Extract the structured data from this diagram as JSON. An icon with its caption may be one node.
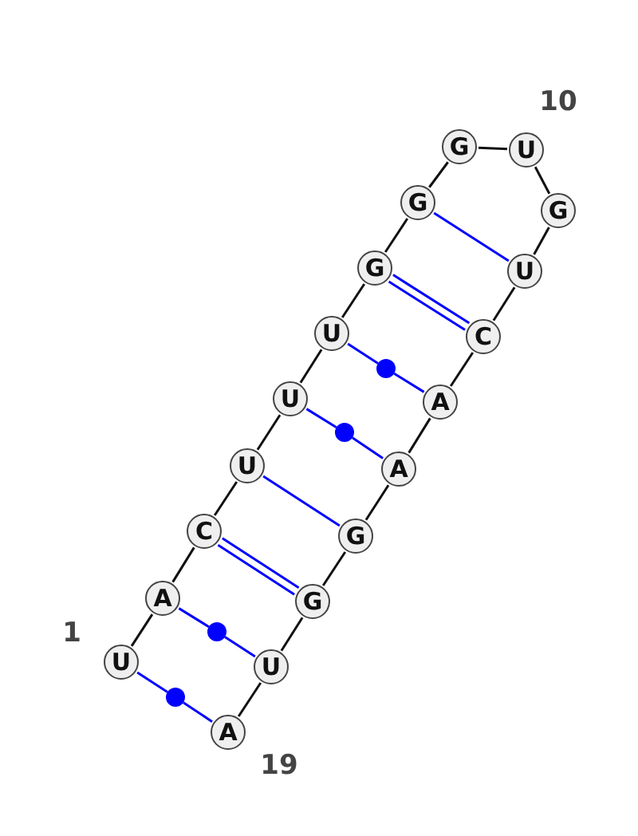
{
  "diagram": {
    "nodes": [
      {
        "text": [
          "U"
        ]
      },
      {
        "text": [
          "A"
        ]
      },
      {
        "text": [
          "C"
        ]
      },
      {
        "text": [
          "U"
        ]
      },
      {
        "text": [
          "U"
        ]
      },
      {
        "text": [
          "U"
        ]
      },
      {
        "text": [
          "G"
        ]
      },
      {
        "text": [
          "G"
        ]
      },
      {
        "text": [
          "G"
        ]
      },
      {
        "text": [
          "U"
        ]
      },
      {
        "text": [
          "G"
        ]
      },
      {
        "text": [
          "U"
        ]
      },
      {
        "text": [
          "C"
        ]
      },
      {
        "text": [
          "A"
        ]
      },
      {
        "text": [
          "A"
        ]
      },
      {
        "text": [
          "G"
        ]
      },
      {
        "text": [
          "G"
        ]
      },
      {
        "text": [
          "U"
        ]
      },
      {
        "text": [
          "A"
        ]
      },
      {
        "text": [],
        "shape": "circle"
      },
      {
        "text": [],
        "shape": "circle"
      },
      {
        "text": [],
        "shape": "circle"
      },
      {
        "text": [],
        "shape": "circle"
      }
    ],
    "edges": [
      {
        "from": 0,
        "to": 1,
        "arrow": "none"
      },
      {
        "from": 1,
        "to": 2,
        "arrow": "none"
      },
      {
        "from": 2,
        "to": 3,
        "arrow": "none"
      },
      {
        "from": 3,
        "to": 4,
        "arrow": "none"
      },
      {
        "from": 4,
        "to": 5,
        "arrow": "none"
      },
      {
        "from": 5,
        "to": 6,
        "arrow": "none"
      },
      {
        "from": 6,
        "to": 7,
        "arrow": "none"
      },
      {
        "from": 7,
        "to": 8,
        "arrow": "none"
      },
      {
        "from": 8,
        "to": 9,
        "arrow": "none"
      },
      {
        "from": 9,
        "to": 10,
        "arrow": "none"
      },
      {
        "from": 10,
        "to": 11,
        "arrow": "none"
      },
      {
        "from": 11,
        "to": 12,
        "arrow": "none"
      },
      {
        "from": 12,
        "to": 13,
        "arrow": "none"
      },
      {
        "from": 13,
        "to": 14,
        "arrow": "none"
      },
      {
        "from": 14,
        "to": 15,
        "arrow": "none"
      },
      {
        "from": 15,
        "to": 16,
        "arrow": "none"
      },
      {
        "from": 16,
        "to": 17,
        "arrow": "none"
      },
      {
        "from": 17,
        "to": 18,
        "arrow": "none"
      },
      {
        "from": 0,
        "to": 22,
        "arrow": "none",
        "color": "#0000ff"
      },
      {
        "from": 22,
        "to": 18,
        "arrow": "none",
        "color": "#0000ff"
      },
      {
        "from": 1,
        "to": 21,
        "arrow": "none",
        "color": "#0000ff"
      },
      {
        "from": 21,
        "to": 17,
        "arrow": "none",
        "color": "#0000ff"
      },
      {
        "from": 2,
        "to": 16,
        "arrow": "none",
        "color": "#0000ff"
      },
      {
        "from": 2,
        "to": 16,
        "arrow": "none",
        "color": "#0000ff"
      },
      {
        "from": 3,
        "to": 15,
        "arrow": "none",
        "color": "#0000ff"
      },
      {
        "from": 4,
        "to": 20,
        "arrow": "none",
        "color": "#0000ff"
      },
      {
        "from": 20,
        "to": 14,
        "arrow": "none",
        "color": "#0000ff"
      },
      {
        "from": 5,
        "to": 19,
        "arrow": "none",
        "color": "#0000ff"
      },
      {
        "from": 19,
        "to": 13,
        "arrow": "none",
        "color": "#0000ff"
      },
      {
        "from": 6,
        "to": 12,
        "arrow": "none",
        "color": "#0000ff"
      },
      {
        "from": 6,
        "to": 12,
        "arrow": "none",
        "color": "#0000ff"
      },
      {
        "from": 7,
        "to": 11,
        "arrow": "none",
        "color": "#0000ff"
      }
    ],
    "labels": [
      "10",
      "1",
      "19"
    ]
  }
}
